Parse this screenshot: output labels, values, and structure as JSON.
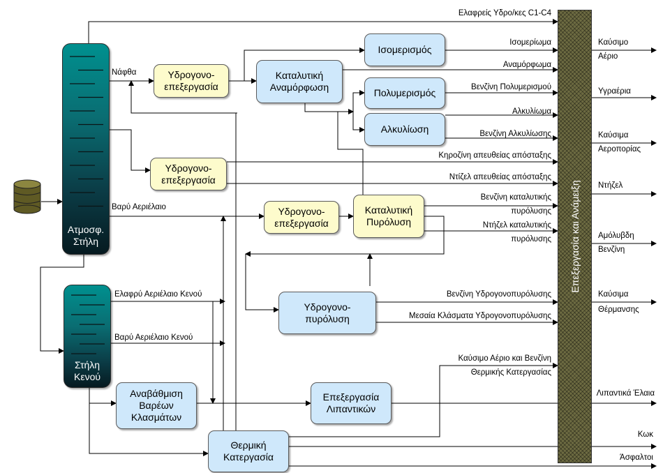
{
  "columns": {
    "atmospheric": "Ατμοσφ. Στήλη",
    "vacuum": "Στήλη Κενού"
  },
  "units": {
    "hydrotreat_naphtha": "Υδρογονο- επεξεργασία",
    "hydrotreat_middle": "Υδρογονο- επεξεργασία",
    "hydrotreat_gasoil": "Υδρογονο- επεξεργασία",
    "catalytic_reforming": "Καταλυτική Αναμόρφωση",
    "isomerization": "Ισομερισμός",
    "polymerization": "Πολυμερισμός",
    "alkylation": "Αλκυλίωση",
    "catalytic_cracking": "Καταλυτική Πυρόλυση",
    "hydrocracking": "Υδρογονο- πυρόλυση",
    "heavy_upgrading": "Αναβάθμιση Βαρέων Κλασμάτων",
    "lube_processing": "Επεξεργασία Λιπαντικών",
    "thermal_processing": "Θερμική Κατεργασία"
  },
  "blending": "Επεξεργασία και Ανάμειξη",
  "streams": {
    "light_hc": "Ελαφρείς Υδρο/κες C1-C4",
    "naphtha": "Νάφθα",
    "heavy_gasoil": "Βαρύ Αεριέλαιο",
    "isomerate": "Ισομερίωμα",
    "reformate": "Αναμόρφωμα",
    "poly_gasoline": "Βενζίνη Πολυμερισμού",
    "alkylate": "Αλκυλίωμα",
    "alky_gasoline": "Βενζίνη Αλκυλίωσης",
    "sr_kerosene": "Κηροζίνη απευθείας απόσταξης",
    "sr_diesel": "Ντίζελ απευθείας απόσταξης",
    "cc_gasoline_1": "Βενζίνη καταλυτικής",
    "cc_gasoline_2": "πυρόλυσης",
    "cc_diesel_1": "Ντήζελ καταλυτικής",
    "cc_diesel_2": "πυρόλυσης",
    "hc_gasoline": "Βενζίνη Υδρογονοπυρόλυσης",
    "hc_middle": "Μεσαία Κλάσματα Υδρογονοπυρόλυσης",
    "light_vgo": "Ελαφρύ Αεριέλαιο Κενού",
    "heavy_vgo": "Βαρύ Αεριέλαιο Κενού",
    "thermal_gas_1": "Καύσιμο Αέριο και Βενζίνη",
    "thermal_gas_2": "Θερμικής Κατεργασίας"
  },
  "products": {
    "fuel_gas_1": "Καύσιμο",
    "fuel_gas_2": "Αέριο",
    "lpg": "Υγραέρια",
    "jet_1": "Καύσιμα",
    "jet_2": "Αεροπορίας",
    "diesel": "Ντήζελ",
    "unleaded_1": "Αμόλυβδη",
    "unleaded_2": "Βενζίνη",
    "heating_1": "Καύσιμα",
    "heating_2": "Θέρμανσης",
    "lube_oils": "Λιπαντικά Έλαια",
    "coke": "Κωκ",
    "asphalt": "Άσφαλτοι"
  }
}
